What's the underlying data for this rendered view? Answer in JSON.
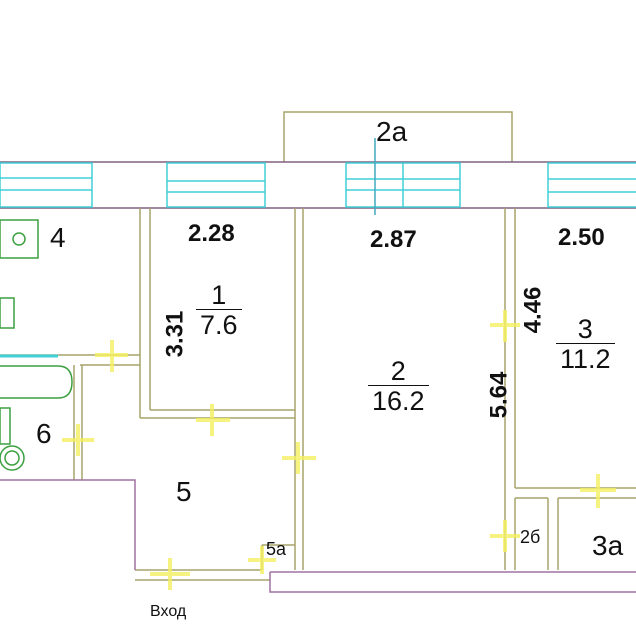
{
  "plan": {
    "rooms": [
      {
        "id": "1",
        "area": "7.6"
      },
      {
        "id": "2",
        "area": "16.2"
      },
      {
        "id": "3",
        "area": "11.2"
      }
    ],
    "room_labels": {
      "r4": "4",
      "r5": "5",
      "r5a": "5а",
      "r6": "6",
      "r2a": "2а",
      "r2b": "2б",
      "r3a": "3а"
    },
    "dimensions": {
      "room1_width": "2.28",
      "room1_length": "3.31",
      "room2_width": "2.87",
      "room2_length": "5.64",
      "room3_width": "2.50",
      "room3_length": "4.46"
    },
    "entrance_label": "Вход",
    "colors": {
      "wall": "#a8a46a",
      "outer_wall": "#a070a0",
      "window": "#40d0d8",
      "door": "#f4f060",
      "fixture": "#3ca040"
    }
  }
}
